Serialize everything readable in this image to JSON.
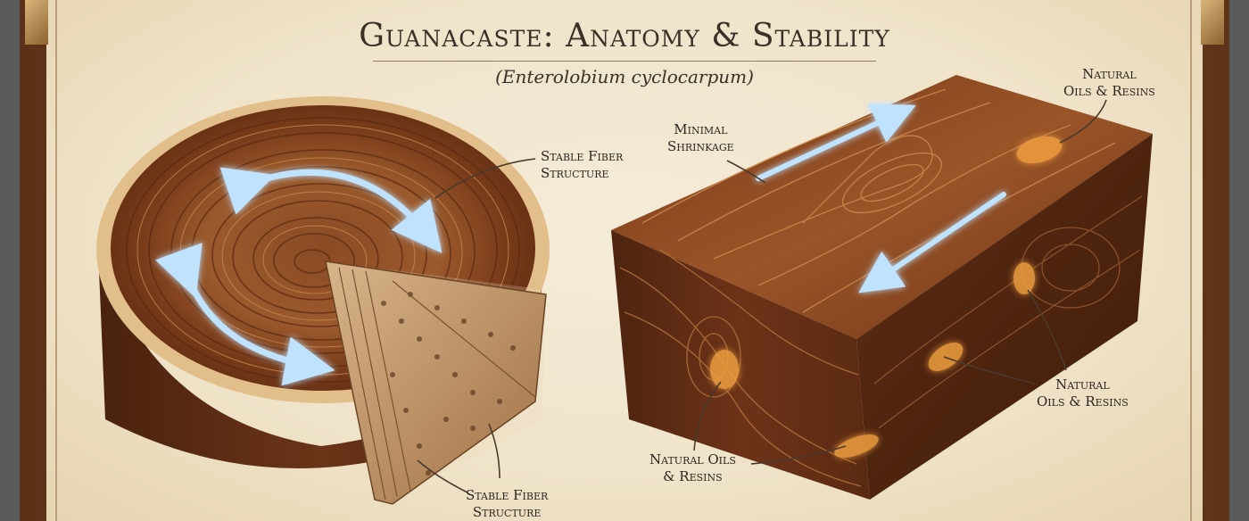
{
  "header": {
    "title": "Guanacaste: Anatomy & Stability",
    "subtitle": "(Enterolobium cyclocarpum)"
  },
  "labels": {
    "stable_fiber_top": [
      "Stable Fiber",
      "Structure"
    ],
    "stable_fiber_bottom": [
      "Stable Fiber",
      "Structure"
    ],
    "minimal_shrinkage": [
      "Minimal",
      "Shrinkage"
    ],
    "oils_top": [
      "Natural",
      "Oils & Resins"
    ],
    "oils_right": [
      "Natural",
      "Oils & Resins"
    ],
    "oils_bottom": [
      "Natural Oils",
      "& Resins"
    ]
  },
  "colors": {
    "wood_dark": "#5a2a12",
    "wood_mid": "#8b4a22",
    "wood_light": "#c98a4c",
    "sapwood": "#e2bf8a",
    "arrow_glow": "#bfe3ff",
    "resin": "#f0a040",
    "parchment": "#f2e8d2"
  }
}
